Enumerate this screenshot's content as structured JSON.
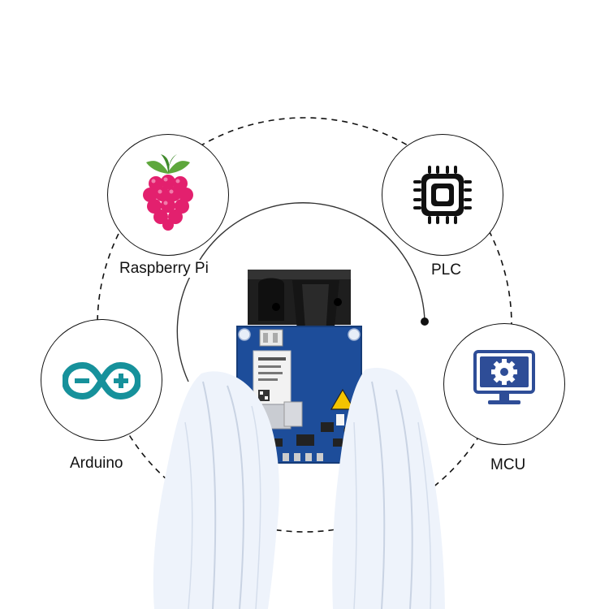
{
  "nodes": [
    {
      "label": "Raspberry Pi",
      "icon": "raspberry-pi-icon",
      "color": "#e3206e"
    },
    {
      "label": "PLC",
      "icon": "chip-icon",
      "color": "#111111"
    },
    {
      "label": "Arduino",
      "icon": "arduino-icon",
      "color": "#16919b"
    },
    {
      "label": "MCU",
      "icon": "monitor-gear-icon",
      "color": "#2e4d97"
    }
  ],
  "product": {
    "icon": "laser-distance-sensor-module",
    "board_color": "#1d4d9a",
    "housing_color": "#1b1b1b",
    "glove_color": "#eef3fb",
    "warning_color": "#f4c400"
  },
  "line_color": "#111111"
}
